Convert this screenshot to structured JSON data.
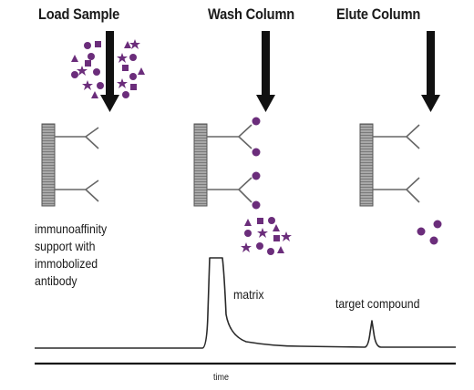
{
  "steps": [
    {
      "title": "Load Sample"
    },
    {
      "title": "Wash Column"
    },
    {
      "title": "Elute Column"
    }
  ],
  "labels": {
    "support": [
      "immunoaffinity",
      "support with",
      "immobolized",
      "antibody"
    ],
    "matrix": "matrix",
    "target": "target compound",
    "time_axis": "time"
  },
  "colors": {
    "particle": "#6b2d7b",
    "support_fill": "#9a9a9a",
    "line": "#2a2a2a"
  }
}
